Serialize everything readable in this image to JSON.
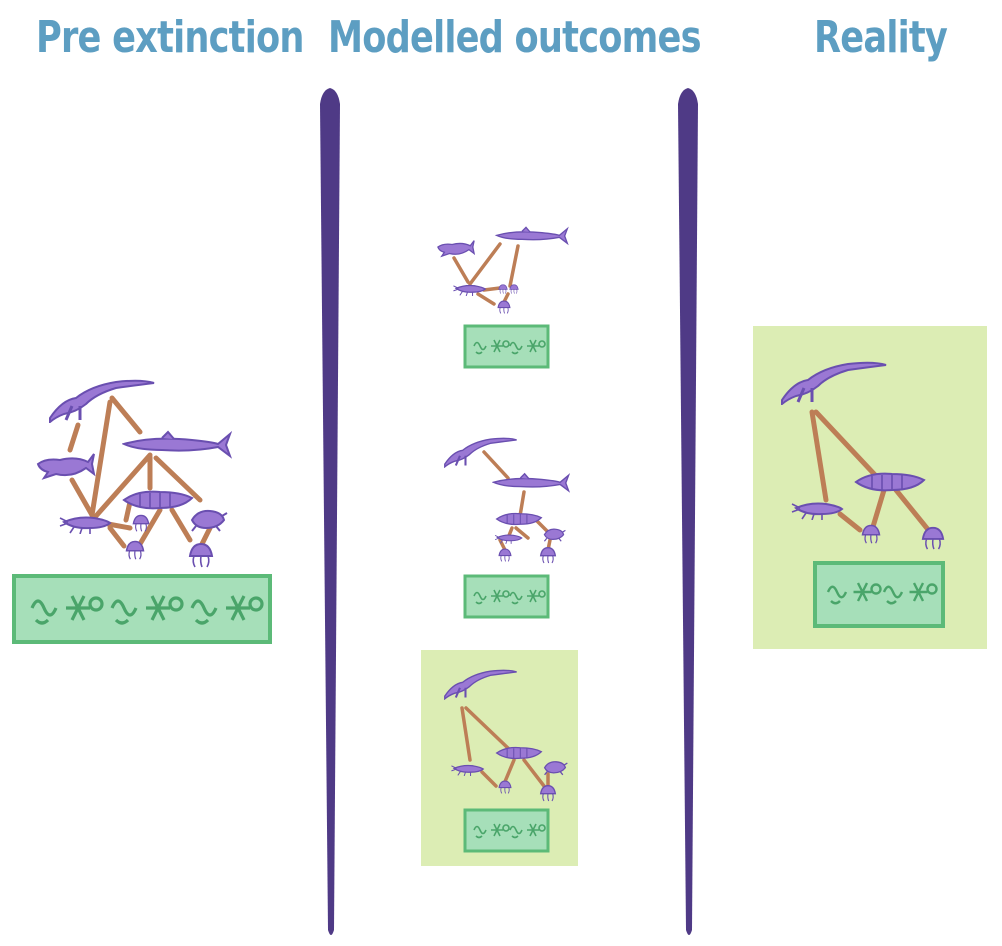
{
  "headings": {
    "pre_extinction": "Pre extinction",
    "modelled_outcomes": "Modelled outcomes",
    "reality": "Reality"
  },
  "colors": {
    "heading": "#5d9ec2",
    "divider": "#4f3a86",
    "animal": "#9a78d4",
    "animal_outline": "#6a4fb0",
    "feeding_link": "#bd7e56",
    "plankton_box_fill": "#a6dfb9",
    "plankton_box_border": "#5cba78",
    "plankton_glyph": "#4aa56a",
    "ecosystem_background": "#dcedb4"
  },
  "icons": [
    "plesiosaur-icon",
    "fish-icon",
    "ichthyosaur-icon",
    "ammonite-icon",
    "crustacean-icon",
    "turtle-icon",
    "jellyfish-icon",
    "plankton-icon"
  ]
}
